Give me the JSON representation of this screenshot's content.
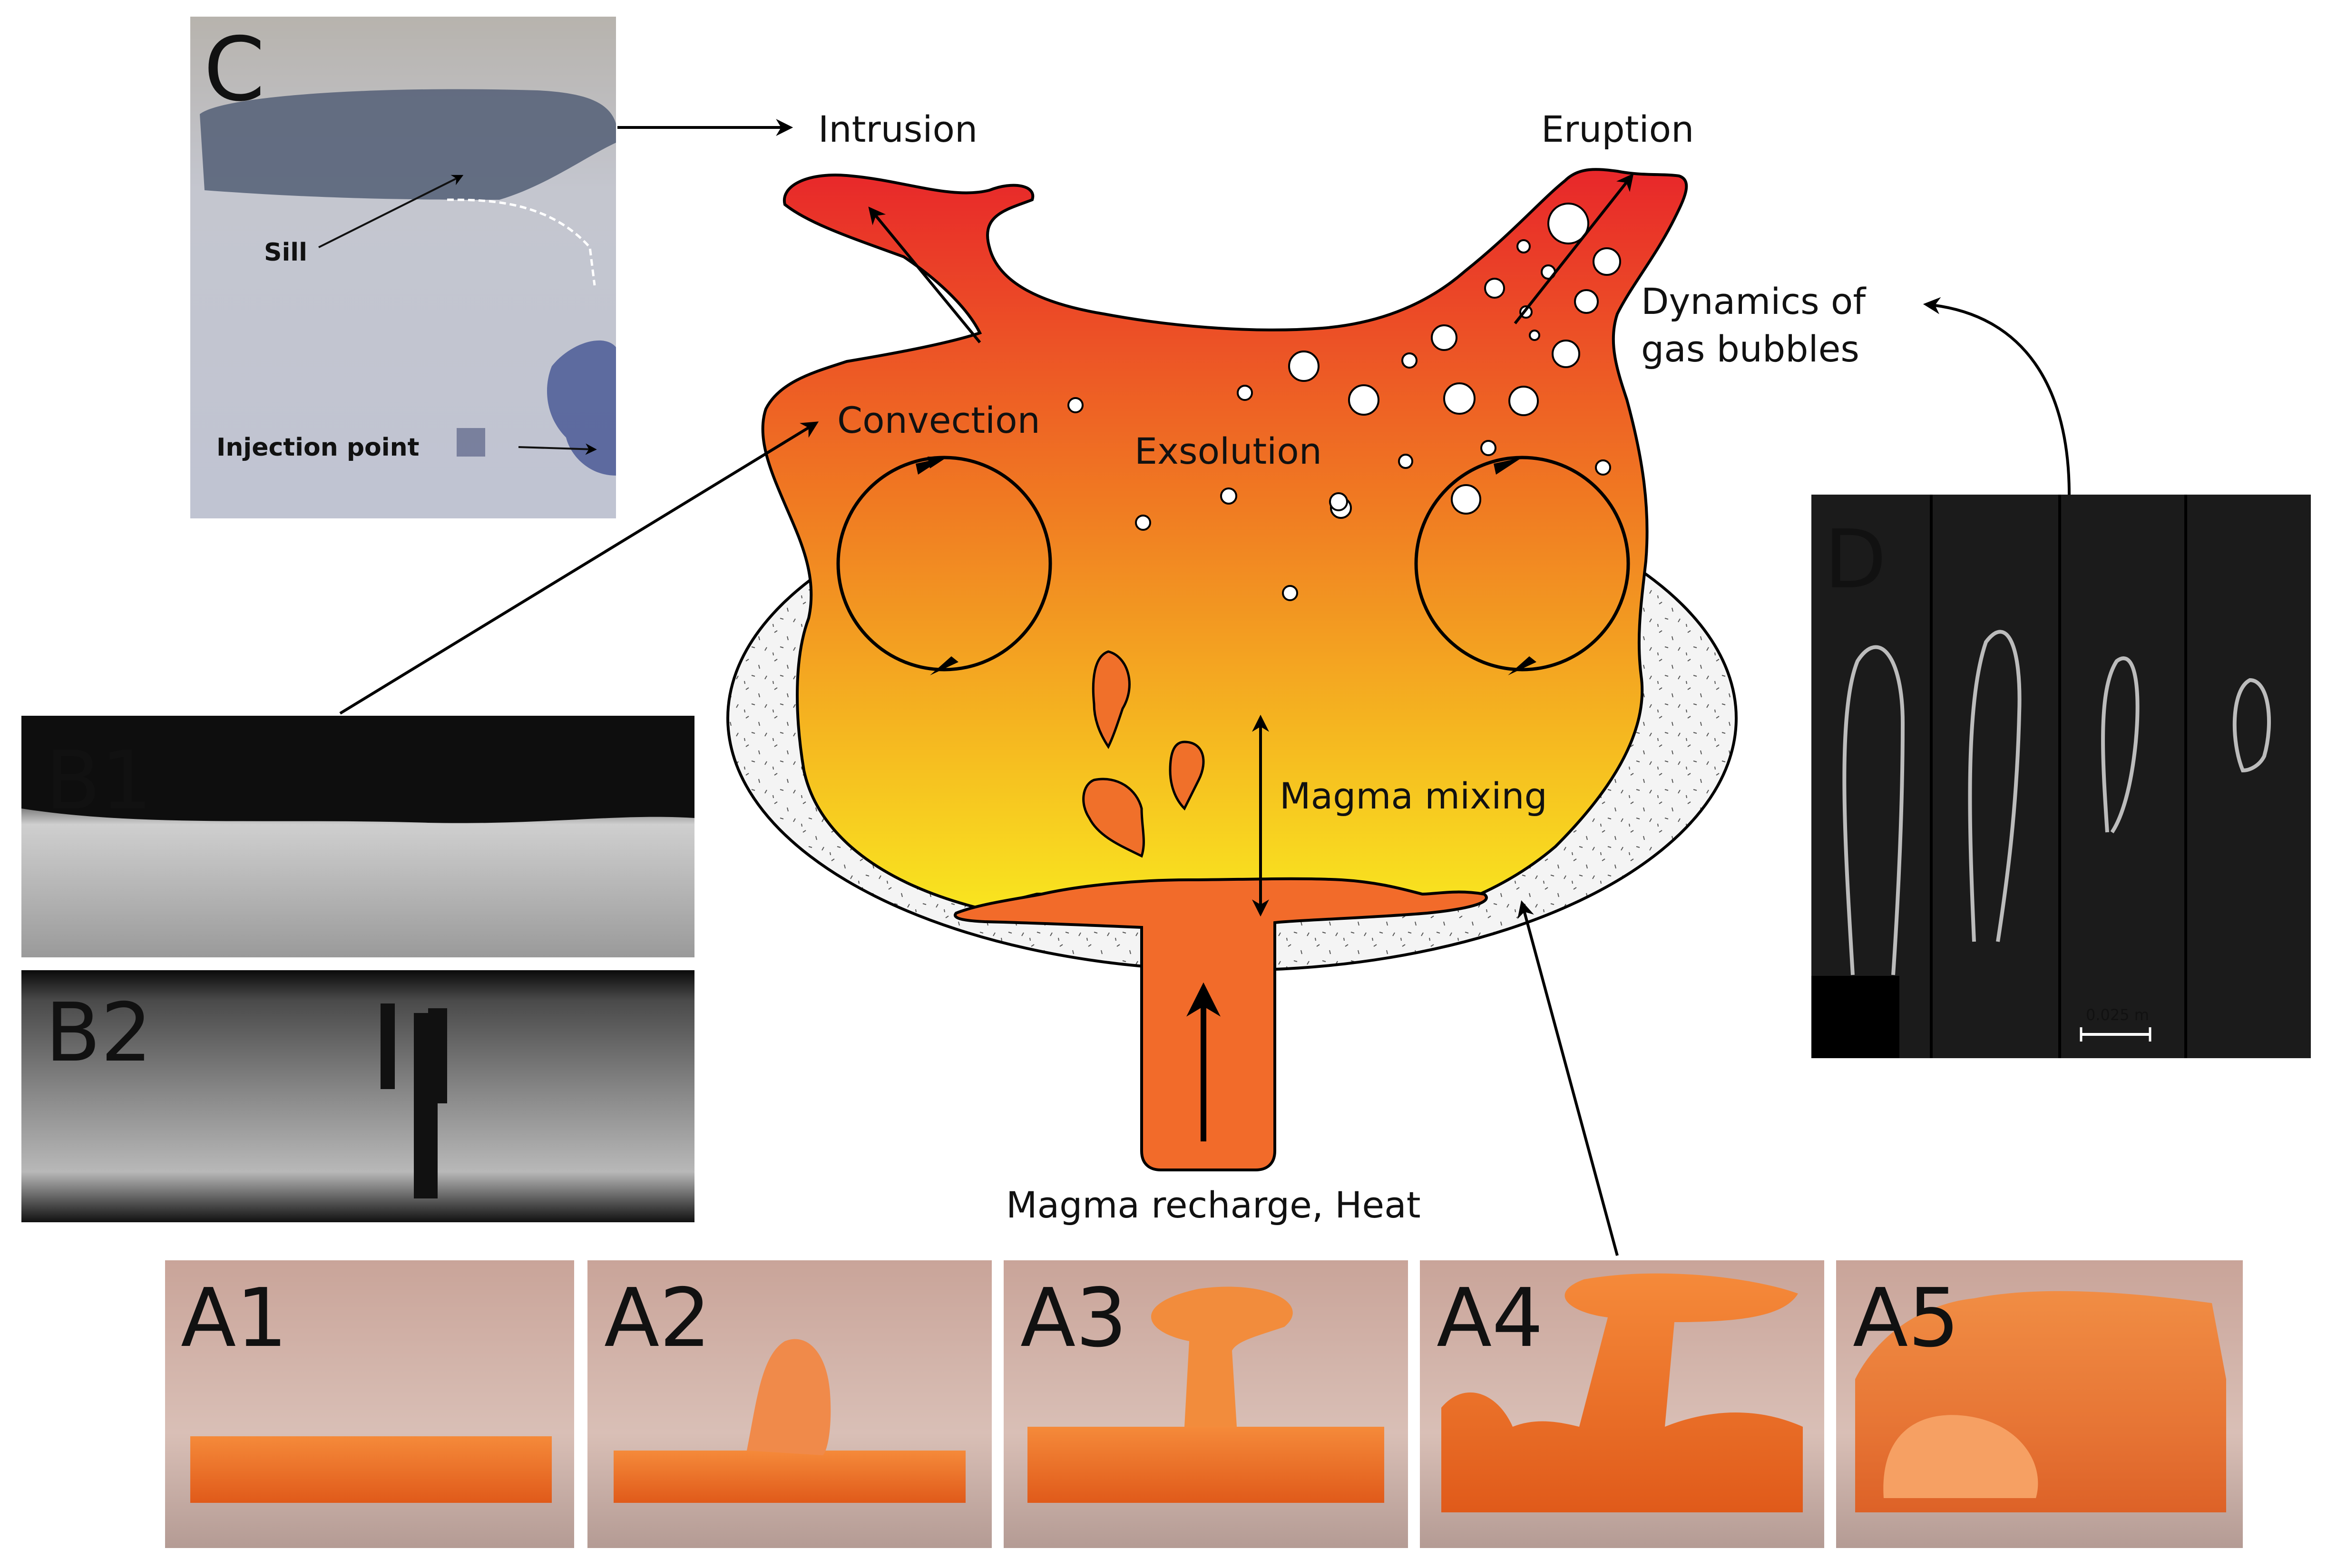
{
  "labels": {
    "intrusion": "Intrusion",
    "eruption": "Eruption",
    "convection": "Convection",
    "exsolution": "Exsolution",
    "dynamics_line1": "Dynamics of",
    "dynamics_line2": "gas bubbles",
    "magma_mixing": "Magma mixing",
    "recharge": "Magma recharge, Heat"
  },
  "panels": {
    "c": {
      "letter": "C",
      "sill": "Sill",
      "injection": "Injection point"
    },
    "b1": {
      "letter": "B1"
    },
    "b2": {
      "letter": "B2"
    },
    "d": {
      "letter": "D",
      "scale": "0.025 m"
    },
    "a": [
      "A1",
      "A2",
      "A3",
      "A4",
      "A5"
    ]
  },
  "colors": {
    "magma_top": "#e8272a",
    "magma_mid": "#f07a22",
    "magma_bottom": "#f9e51f",
    "recharge": "#f26b2a",
    "host_rock": "#f4f4f4"
  }
}
